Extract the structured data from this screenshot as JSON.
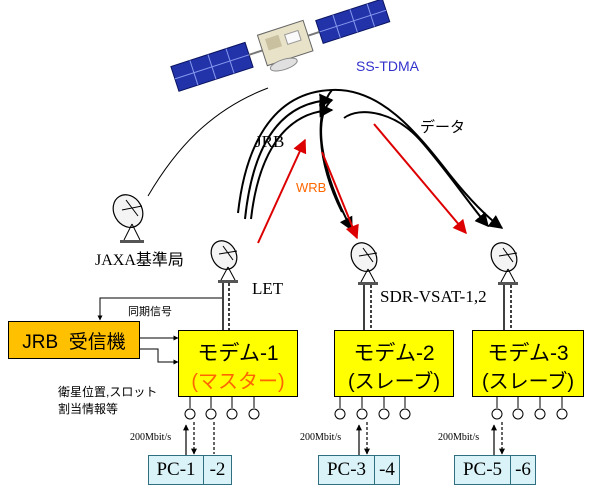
{
  "labels": {
    "link_name": "SS-TDMA",
    "jrb": "JRB",
    "wrb": "WRB",
    "data": "データ",
    "jaxa_station": "JAXA基準局",
    "let": "LET",
    "sdr_vsat": "SDR-VSAT-1,2",
    "sync_signal": "同期信号",
    "sat_info_line1": "衛星位置,スロット",
    "sat_info_line2": "割当情報等"
  },
  "receiver": {
    "label": "JRB  受信機"
  },
  "modems": [
    {
      "name": "モデム-1",
      "role": "(マスター)"
    },
    {
      "name": "モデム-2",
      "role": "(スレーブ)"
    },
    {
      "name": "モデム-3",
      "role": "(スレーブ)"
    }
  ],
  "rates": [
    "200Mbit/s",
    "200Mbit/s",
    "200Mbit/s"
  ],
  "pcs": [
    {
      "a": "PC-1",
      "b": "-2"
    },
    {
      "a": "PC-3",
      "b": "-4"
    },
    {
      "a": "PC-5",
      "b": "-6"
    }
  ],
  "colors": {
    "ss_tdma": "#3333cc",
    "wrb": "#ff6600",
    "wrb_arrows": "#dd0000",
    "modem_fill": "#ffff00",
    "receiver_fill": "#ffc000",
    "role_master": "#ff6600",
    "pc_fill": "#d9f3f8",
    "solar_panel": "#2233aa"
  },
  "icons": [
    "satellite-icon",
    "dish-antenna-icon"
  ]
}
